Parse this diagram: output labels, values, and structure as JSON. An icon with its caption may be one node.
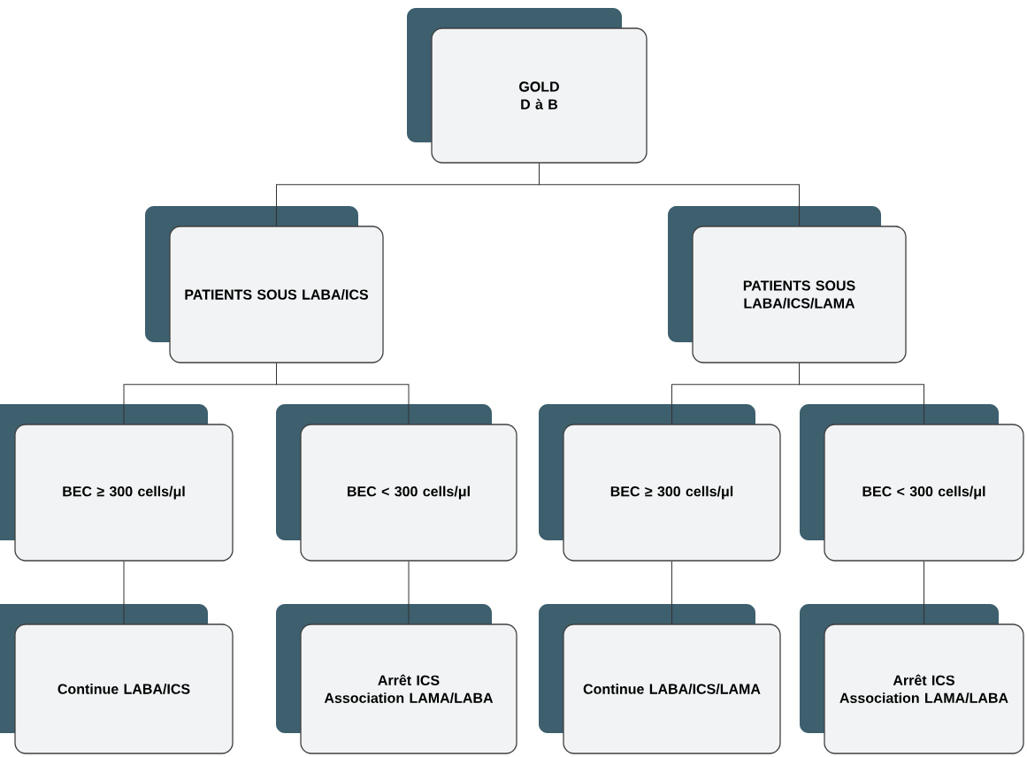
{
  "diagram": {
    "nodes": [
      {
        "text": [
          "GOLD",
          "D à B"
        ]
      },
      {
        "text": [
          "PATIENTS SOUS LABA/ICS"
        ]
      },
      {
        "text": [
          "PATIENTS SOUS LABA/ICS/LAMA"
        ]
      },
      {
        "text": [
          "BEC ≥ 300 cells/μl"
        ]
      },
      {
        "text": [
          "BEC < 300 cells/μl"
        ]
      },
      {
        "text": [
          "BEC ≥ 300 cells/μl"
        ]
      },
      {
        "text": [
          "BEC < 300 cells/μl"
        ]
      },
      {
        "text": [
          "Continue LABA/ICS"
        ]
      },
      {
        "text": [
          "Arrêt ICS",
          "Association LAMA/LABA"
        ]
      },
      {
        "text": [
          "Continue LABA/ICS/LAMA"
        ]
      },
      {
        "text": [
          "Arrêt ICS",
          "Association LAMA/LABA"
        ]
      }
    ],
    "edges": [
      {
        "from": 0,
        "to": 1,
        "arrow": "none"
      },
      {
        "from": 0,
        "to": 2,
        "arrow": "none"
      },
      {
        "from": 1,
        "to": 3,
        "arrow": "none"
      },
      {
        "from": 1,
        "to": 4,
        "arrow": "none"
      },
      {
        "from": 2,
        "to": 5,
        "arrow": "none"
      },
      {
        "from": 2,
        "to": 6,
        "arrow": "none"
      },
      {
        "from": 3,
        "to": 7,
        "arrow": "none"
      },
      {
        "from": 4,
        "to": 8,
        "arrow": "none"
      },
      {
        "from": 5,
        "to": 9,
        "arrow": "none"
      },
      {
        "from": 6,
        "to": 10,
        "arrow": "none"
      }
    ]
  }
}
